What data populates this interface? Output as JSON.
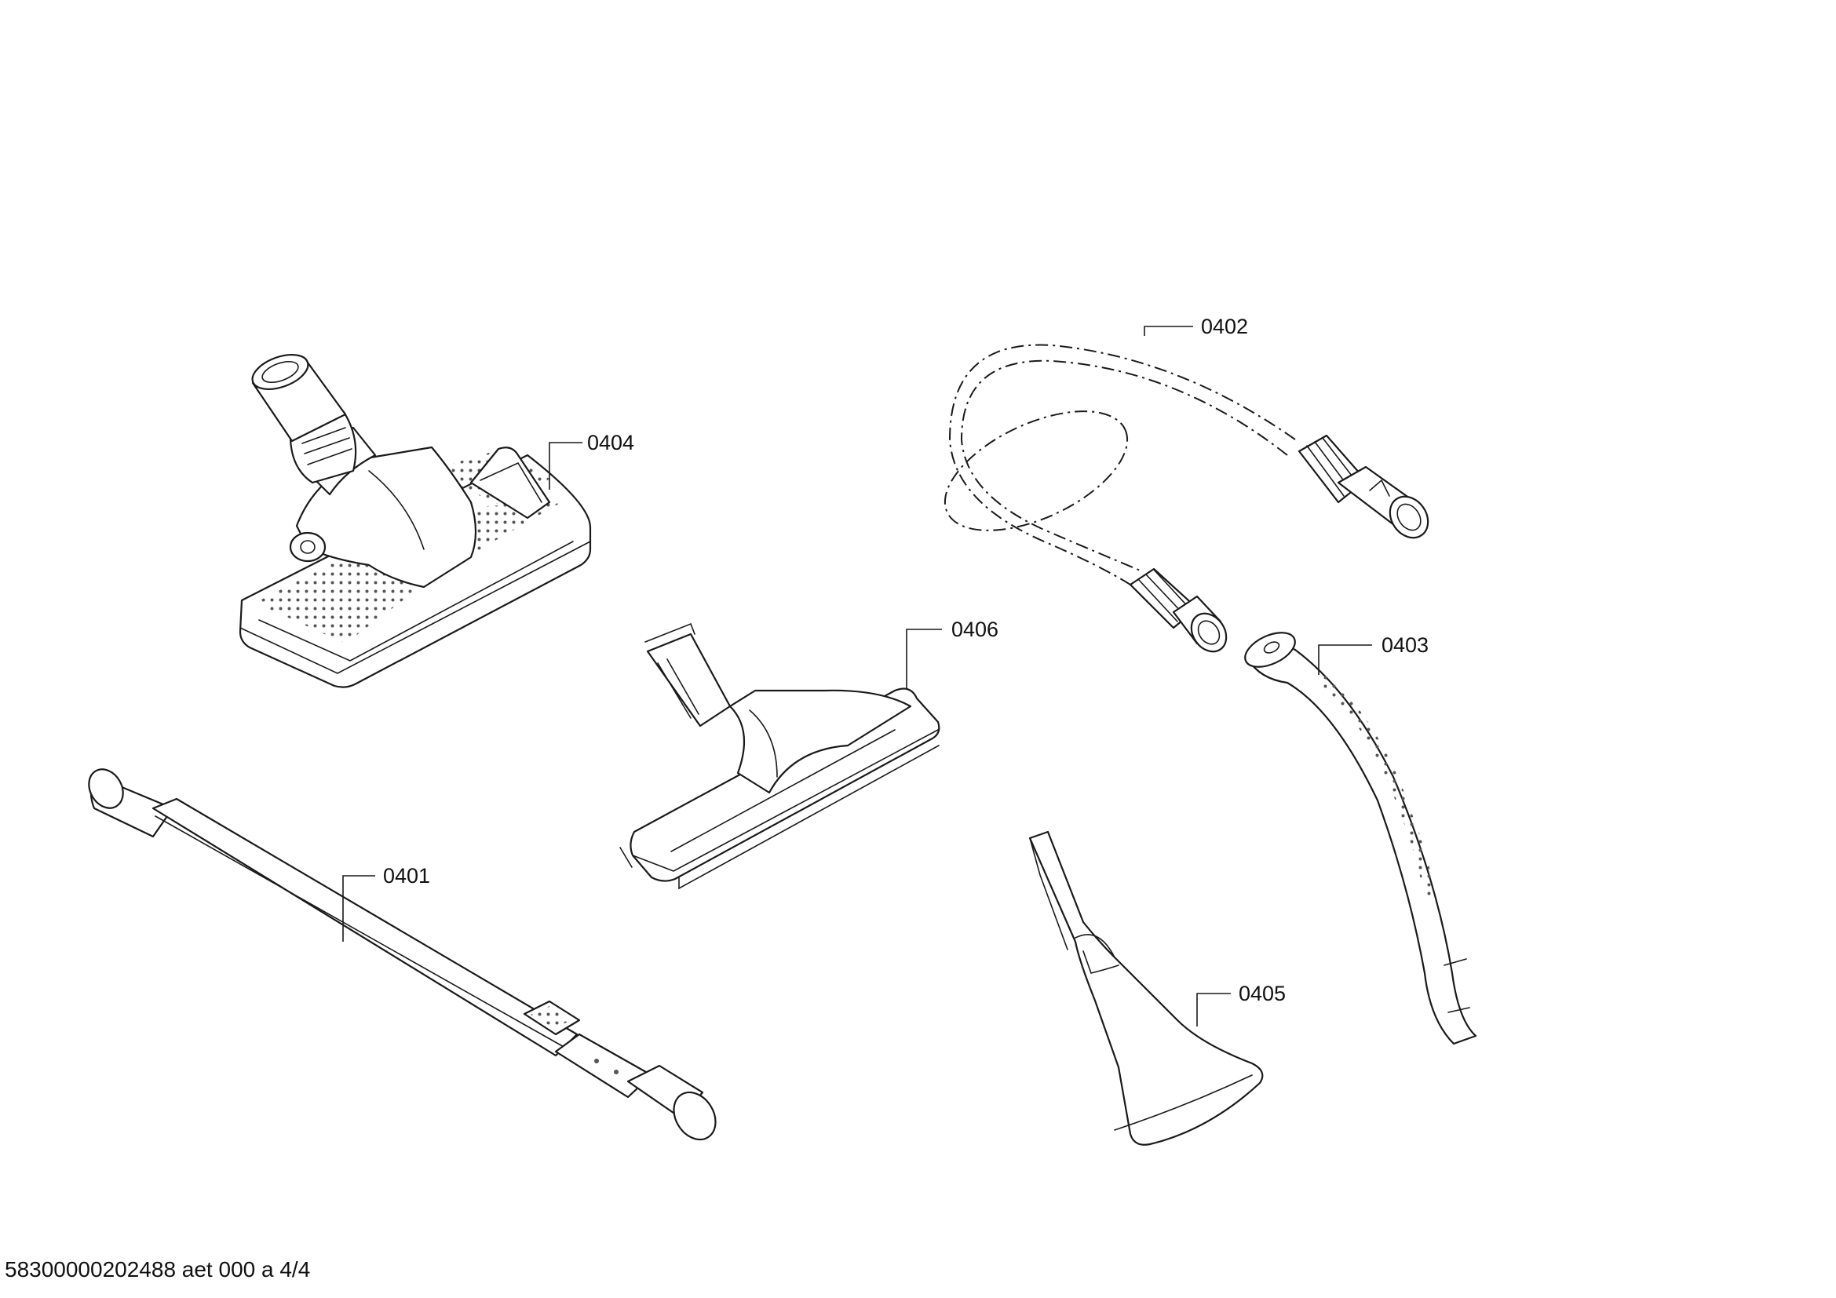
{
  "callouts": {
    "p0401": "0401",
    "p0402": "0402",
    "p0403": "0403",
    "p0404": "0404",
    "p0405": "0405",
    "p0406": "0406"
  },
  "footer": {
    "code": "58300000202488 aet 000 a 4/4"
  },
  "colors": {
    "line": "#1a1a1a",
    "background": "#ffffff"
  }
}
